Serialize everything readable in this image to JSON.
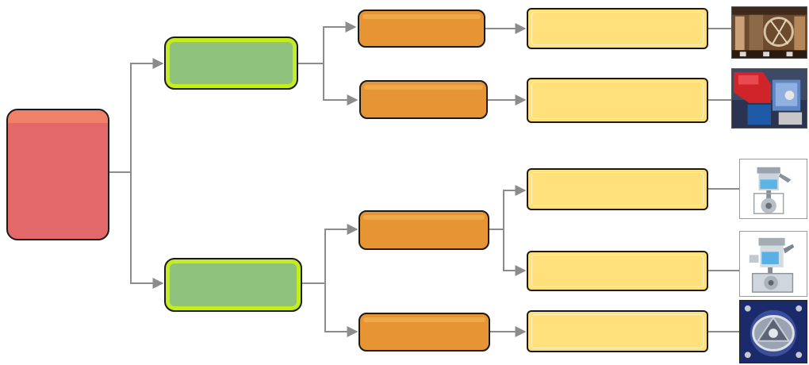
{
  "diagram": {
    "root": {
      "label": ""
    },
    "branches": [
      {
        "label": "",
        "children": [
          {
            "label": "",
            "detail": "",
            "image": "industrial-turbine-frame-photo"
          },
          {
            "label": "",
            "detail": "",
            "image": "red-steam-turbine-machinery-photo"
          }
        ]
      },
      {
        "label": "",
        "children": [
          {
            "label": "",
            "details": [
              {
                "detail": "",
                "image": "piston-engine-cutaway-illustration"
              },
              {
                "detail": "",
                "image": "two-stroke-engine-cutaway-illustration"
              }
            ]
          },
          {
            "label": "",
            "detail": "",
            "image": "rotary-wankel-engine-photo"
          }
        ]
      }
    ]
  },
  "colors": {
    "root": "#e3686a",
    "level1_fill": "#8fc27d",
    "level1_border": "#c4ec1e",
    "level2": "#e79534",
    "level3": "#ffe07a",
    "connector": "#8c8c8c"
  }
}
